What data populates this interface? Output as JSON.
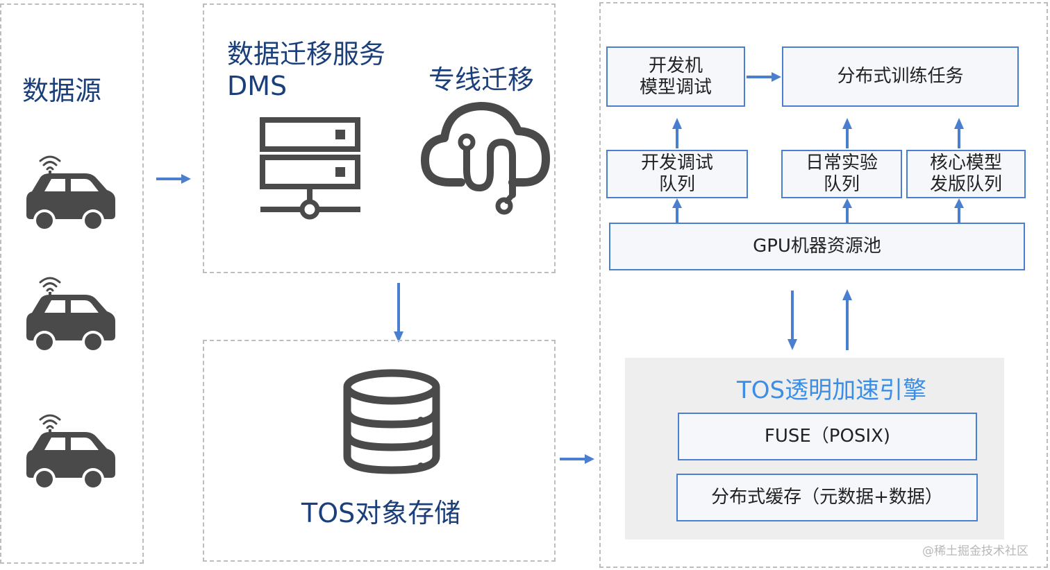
{
  "sources": {
    "title": "数据源"
  },
  "migration": {
    "title_line1": "数据迁移服务",
    "title_line2": "DMS",
    "line_label": "专线迁移"
  },
  "storage": {
    "title": "TOS对象存储"
  },
  "cluster": {
    "dev_machine": {
      "line1": "开发机",
      "line2": "模型调试"
    },
    "training": "分布式训练任务",
    "queues": [
      {
        "line1": "开发调试",
        "line2": "队列"
      },
      {
        "line1": "日常实验",
        "line2": "队列"
      },
      {
        "line1": "核心模型",
        "line2": "发版队列"
      }
    ],
    "gpu_pool": "GPU机器资源池"
  },
  "accel": {
    "title": "TOS透明加速引擎",
    "fuse": "FUSE（POSIX)",
    "cache": "分布式缓存（元数据+数据）"
  },
  "watermark": "@稀土掘金技术社区",
  "colors": {
    "navy": "#1b3f7a",
    "accent": "#4a7fd0",
    "accel_title": "#3a8ee6",
    "icon": "#4a4a4a"
  }
}
